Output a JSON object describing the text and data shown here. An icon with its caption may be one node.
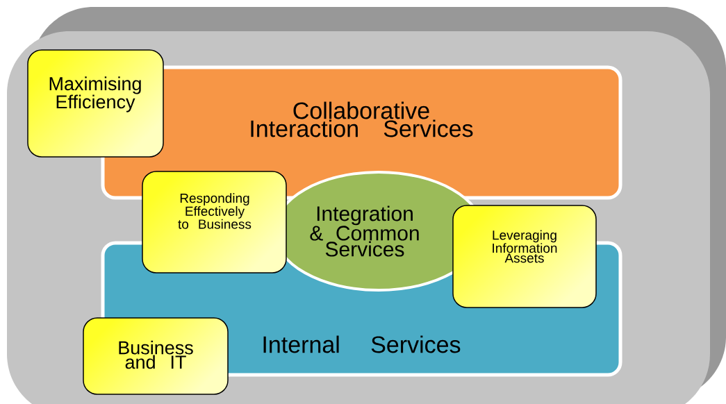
{
  "diagram": {
    "nodes": [
      {
        "text": [
          "Maximising Efficiency"
        ]
      },
      {
        "text": [
          "Collaborative Interaction Services"
        ]
      },
      {
        "text": [
          "Responding Effectively to Business"
        ]
      },
      {
        "text": [
          "Integration & Common Services"
        ]
      },
      {
        "text": [
          "Leveraging Information Assets"
        ]
      },
      {
        "text": [
          "Internal Services"
        ]
      },
      {
        "text": [
          "Business and IT"
        ]
      }
    ]
  }
}
